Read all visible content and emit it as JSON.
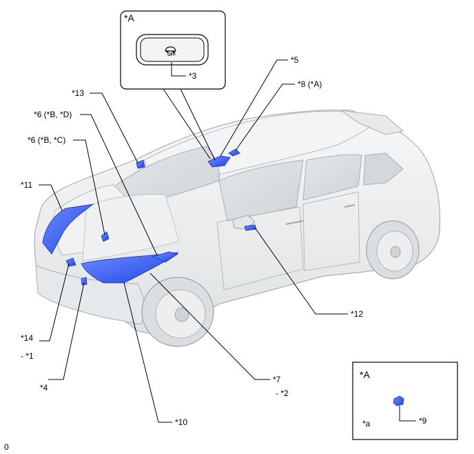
{
  "inset_top": {
    "title": "*A",
    "part_label": "*3",
    "switch_text": "OFF"
  },
  "inset_bottom": {
    "title": "*A",
    "view_label": "*a",
    "part_label": "*9"
  },
  "callouts": {
    "c5": "*5",
    "c8": "*8 (*A)",
    "c13": "*13",
    "c6d": "*6 (*B, *D)",
    "c6c": "*6 (*B, *C)",
    "c11": "*11",
    "c12": "*12",
    "c14": "*14",
    "c1": "- *1",
    "c4": "*4",
    "c7": "*7",
    "c2": "- *2",
    "c10": "*10"
  },
  "footer": {
    "code": "0"
  },
  "colors": {
    "highlight": "#2e5bff",
    "body_fill": "#eef0f1",
    "body_stroke": "#a9aeb2"
  }
}
